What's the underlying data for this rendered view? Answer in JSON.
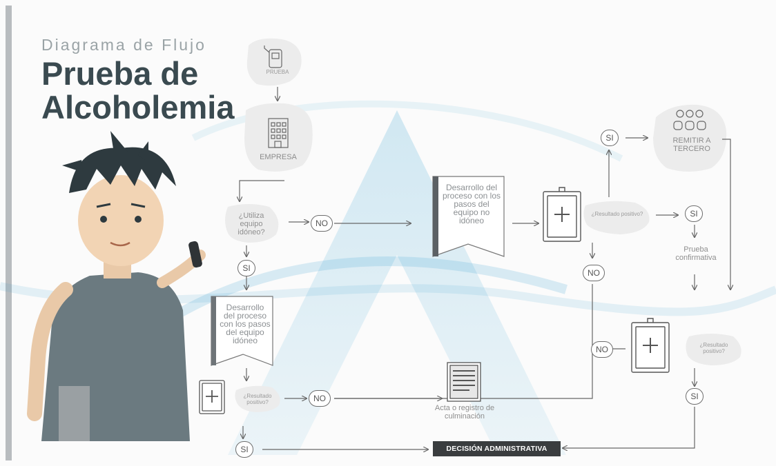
{
  "header": {
    "subtitle": "Diagrama de Flujo",
    "title": "Prueba de Alcoholemia"
  },
  "nodes": {
    "prueba": "PRUEBA",
    "empresa": "EMPRESA",
    "utiliza_equipo": "¿Utiliza equipo idóneo?",
    "no": "NO",
    "si": "SI",
    "proceso_no_idoneo": "Desarrollo del proceso con los pasos del equipo no idóneo",
    "proceso_idoneo": "Desarrollo del proceso con los pasos del equipo idóneo",
    "resultado_positivo": "¿Resultado positivo?",
    "remitir_tercero": "REMITIR A TERCERO",
    "prueba_confirmativa": "Prueba confirmativa",
    "acta_registro": "Acta o registro de culminación",
    "decision_administrativa": "DECISIÓN ADMINISTRATIVA"
  },
  "colors": {
    "watermark": "#3aa3d2",
    "dark": "#3a3d3f",
    "bubble": "#ececec"
  }
}
